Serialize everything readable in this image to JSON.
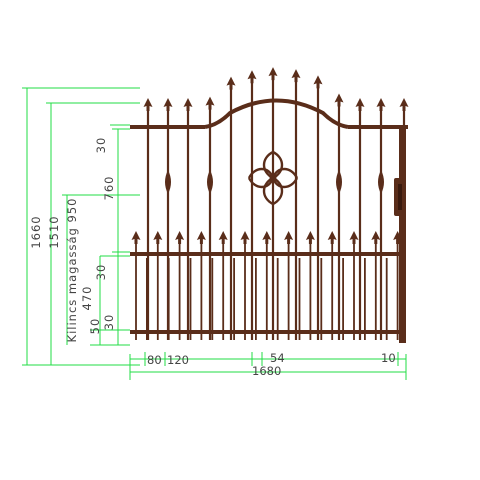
{
  "colors": {
    "iron": "#5a2d1a",
    "dimension_line": "#22dd44",
    "dimension_text": "#444444"
  },
  "dimensions": {
    "overall_height": "1660",
    "post_height": "1510",
    "gap_height_label": "Kilincs magasság 950",
    "top_rail": "30",
    "upper_panel": "760",
    "mid_rail": "30",
    "lower_panel": "470",
    "bottom_gap": "50",
    "bottom_rail": "30",
    "post_width": "80",
    "spacing": "120",
    "ornament": "54",
    "end_gap": "10",
    "overall_width": "1680"
  }
}
